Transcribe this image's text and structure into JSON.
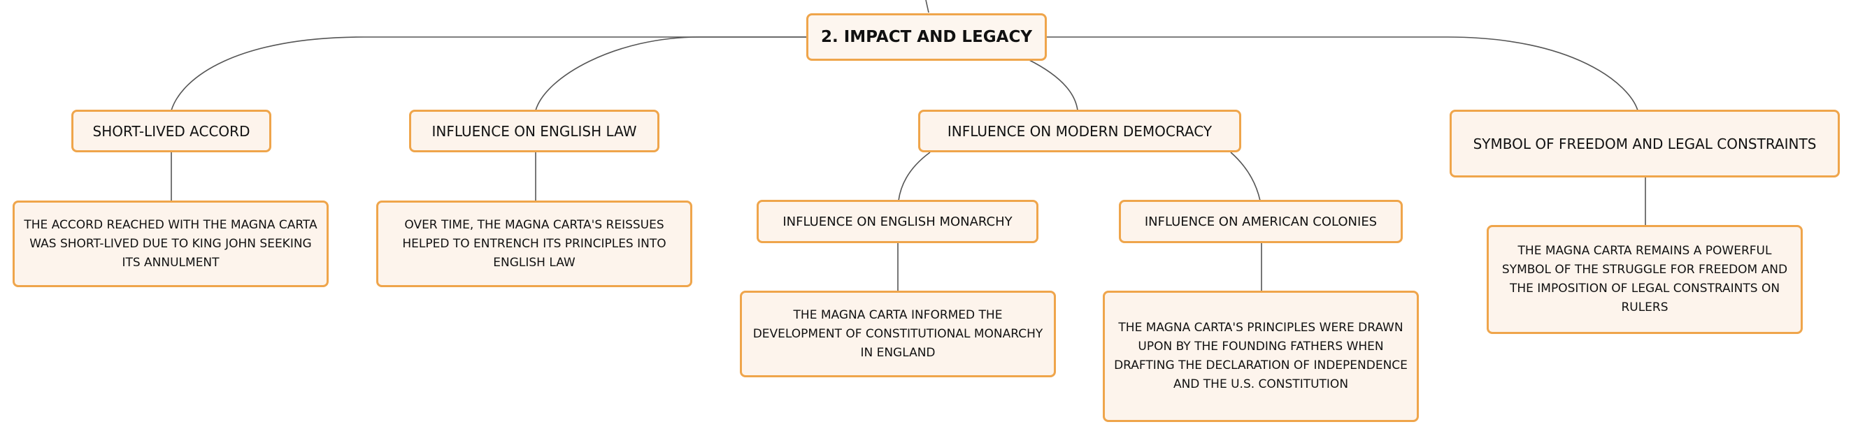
{
  "diagram": {
    "root": {
      "label": "2. IMPACT AND LEGACY"
    },
    "branches": [
      {
        "label": "SHORT-LIVED ACCORD",
        "detail": "THE ACCORD REACHED WITH THE MAGNA CARTA WAS SHORT-LIVED DUE TO KING JOHN SEEKING ITS ANNULMENT"
      },
      {
        "label": "INFLUENCE ON ENGLISH LAW",
        "detail": "OVER TIME, THE MAGNA CARTA'S REISSUES HELPED TO ENTRENCH ITS PRINCIPLES INTO ENGLISH LAW"
      },
      {
        "label": "INFLUENCE ON MODERN DEMOCRACY",
        "children": [
          {
            "label": "INFLUENCE ON ENGLISH MONARCHY",
            "detail": "THE MAGNA CARTA INFORMED THE DEVELOPMENT OF CONSTITUTIONAL MONARCHY IN ENGLAND"
          },
          {
            "label": "INFLUENCE ON AMERICAN COLONIES",
            "detail": "THE MAGNA CARTA'S PRINCIPLES WERE DRAWN UPON BY THE FOUNDING FATHERS WHEN DRAFTING THE DECLARATION OF INDEPENDENCE AND THE U.S. CONSTITUTION"
          }
        ]
      },
      {
        "label": "SYMBOL OF FREEDOM AND LEGAL CONSTRAINTS",
        "detail": "THE MAGNA CARTA REMAINS A POWERFUL SYMBOL OF THE STRUGGLE FOR FREEDOM AND THE IMPOSITION OF LEGAL CONSTRAINTS ON RULERS"
      }
    ],
    "colors": {
      "node_border": "#efa54b",
      "node_fill": "#fdf4ec",
      "connector": "#555555",
      "text": "#111111"
    }
  }
}
